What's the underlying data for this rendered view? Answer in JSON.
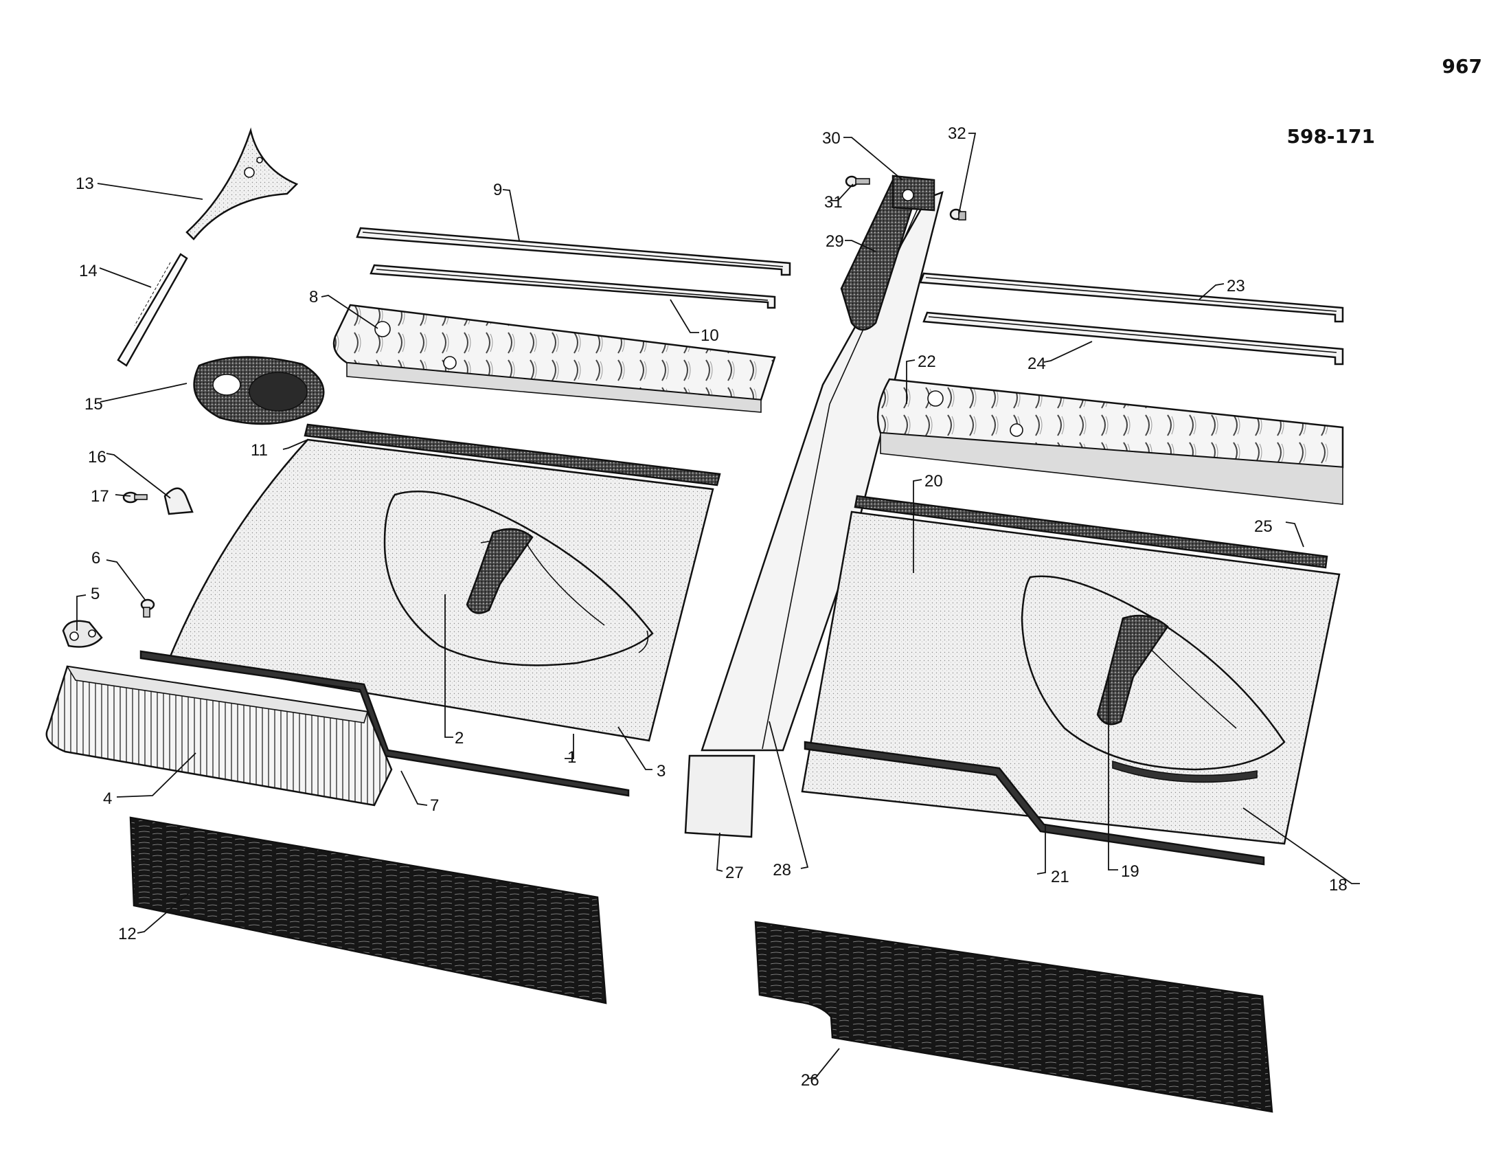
{
  "page_number": "967",
  "figure_code": "598-171",
  "callouts": [
    "1",
    "2",
    "3",
    "4",
    "5",
    "6",
    "7",
    "8",
    "9",
    "10",
    "11",
    "12",
    "13",
    "14",
    "15",
    "16",
    "17",
    "18",
    "19",
    "20",
    "21",
    "22",
    "23",
    "24",
    "25",
    "26",
    "27",
    "28",
    "29",
    "30",
    "31",
    "32"
  ],
  "colors": {
    "ink": "#111111",
    "panel": "#f3f3f3",
    "mat": "#1a1a1a",
    "background": "#ffffff"
  }
}
